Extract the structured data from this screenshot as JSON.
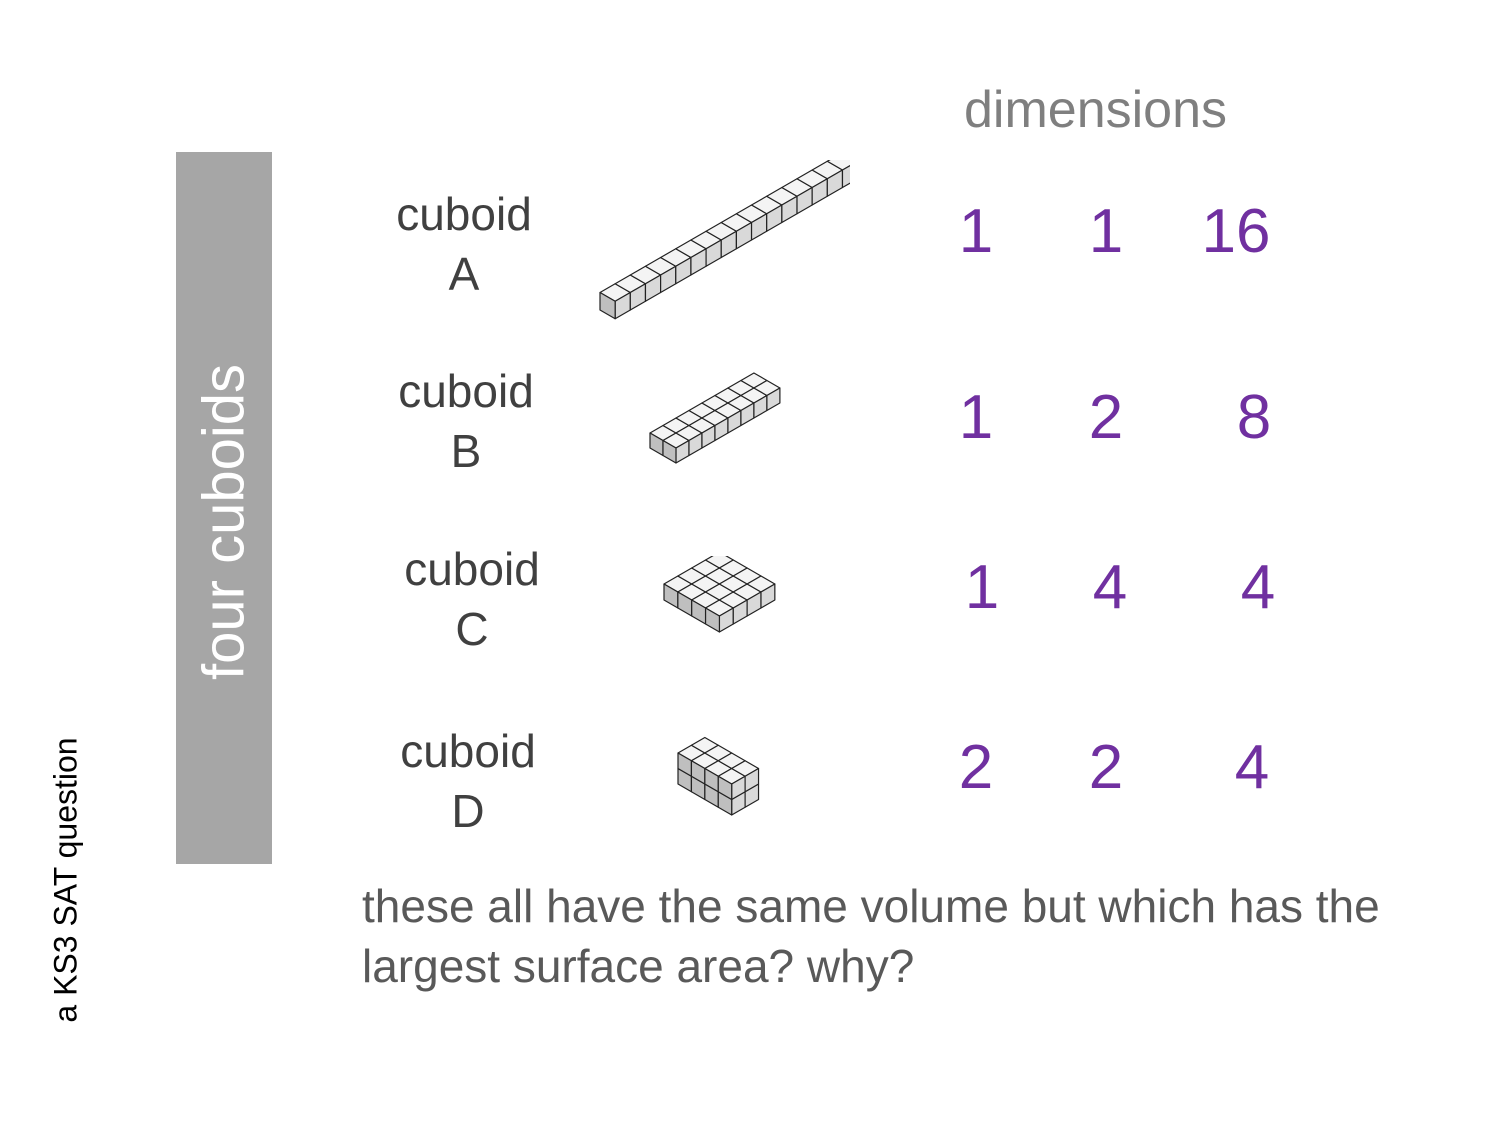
{
  "side_caption": "a KS3 SAT question",
  "title": "four cuboids",
  "dimensions_header": "dimensions",
  "cuboids": [
    {
      "word": "cuboid",
      "letter": "A",
      "dims": [
        "1",
        "1",
        "16"
      ],
      "shape_icon": "cube-row-1x1x16-icon"
    },
    {
      "word": "cuboid",
      "letter": "B",
      "dims": [
        "1",
        "2",
        "8"
      ],
      "shape_icon": "cube-slab-1x2x8-icon"
    },
    {
      "word": "cuboid",
      "letter": "C",
      "dims": [
        "1",
        "4",
        "4"
      ],
      "shape_icon": "cube-slab-1x4x4-icon"
    },
    {
      "word": "cuboid",
      "letter": "D",
      "dims": [
        "2",
        "2",
        "4"
      ],
      "shape_icon": "cube-block-2x2x4-icon"
    }
  ],
  "question": "these all have the same volume but which has the largest surface area? why?",
  "colors": {
    "dimension_values": "#7030a0",
    "title_bar": "#a6a6a6",
    "header_text": "#7f7f7f",
    "body_text": "#595959"
  }
}
